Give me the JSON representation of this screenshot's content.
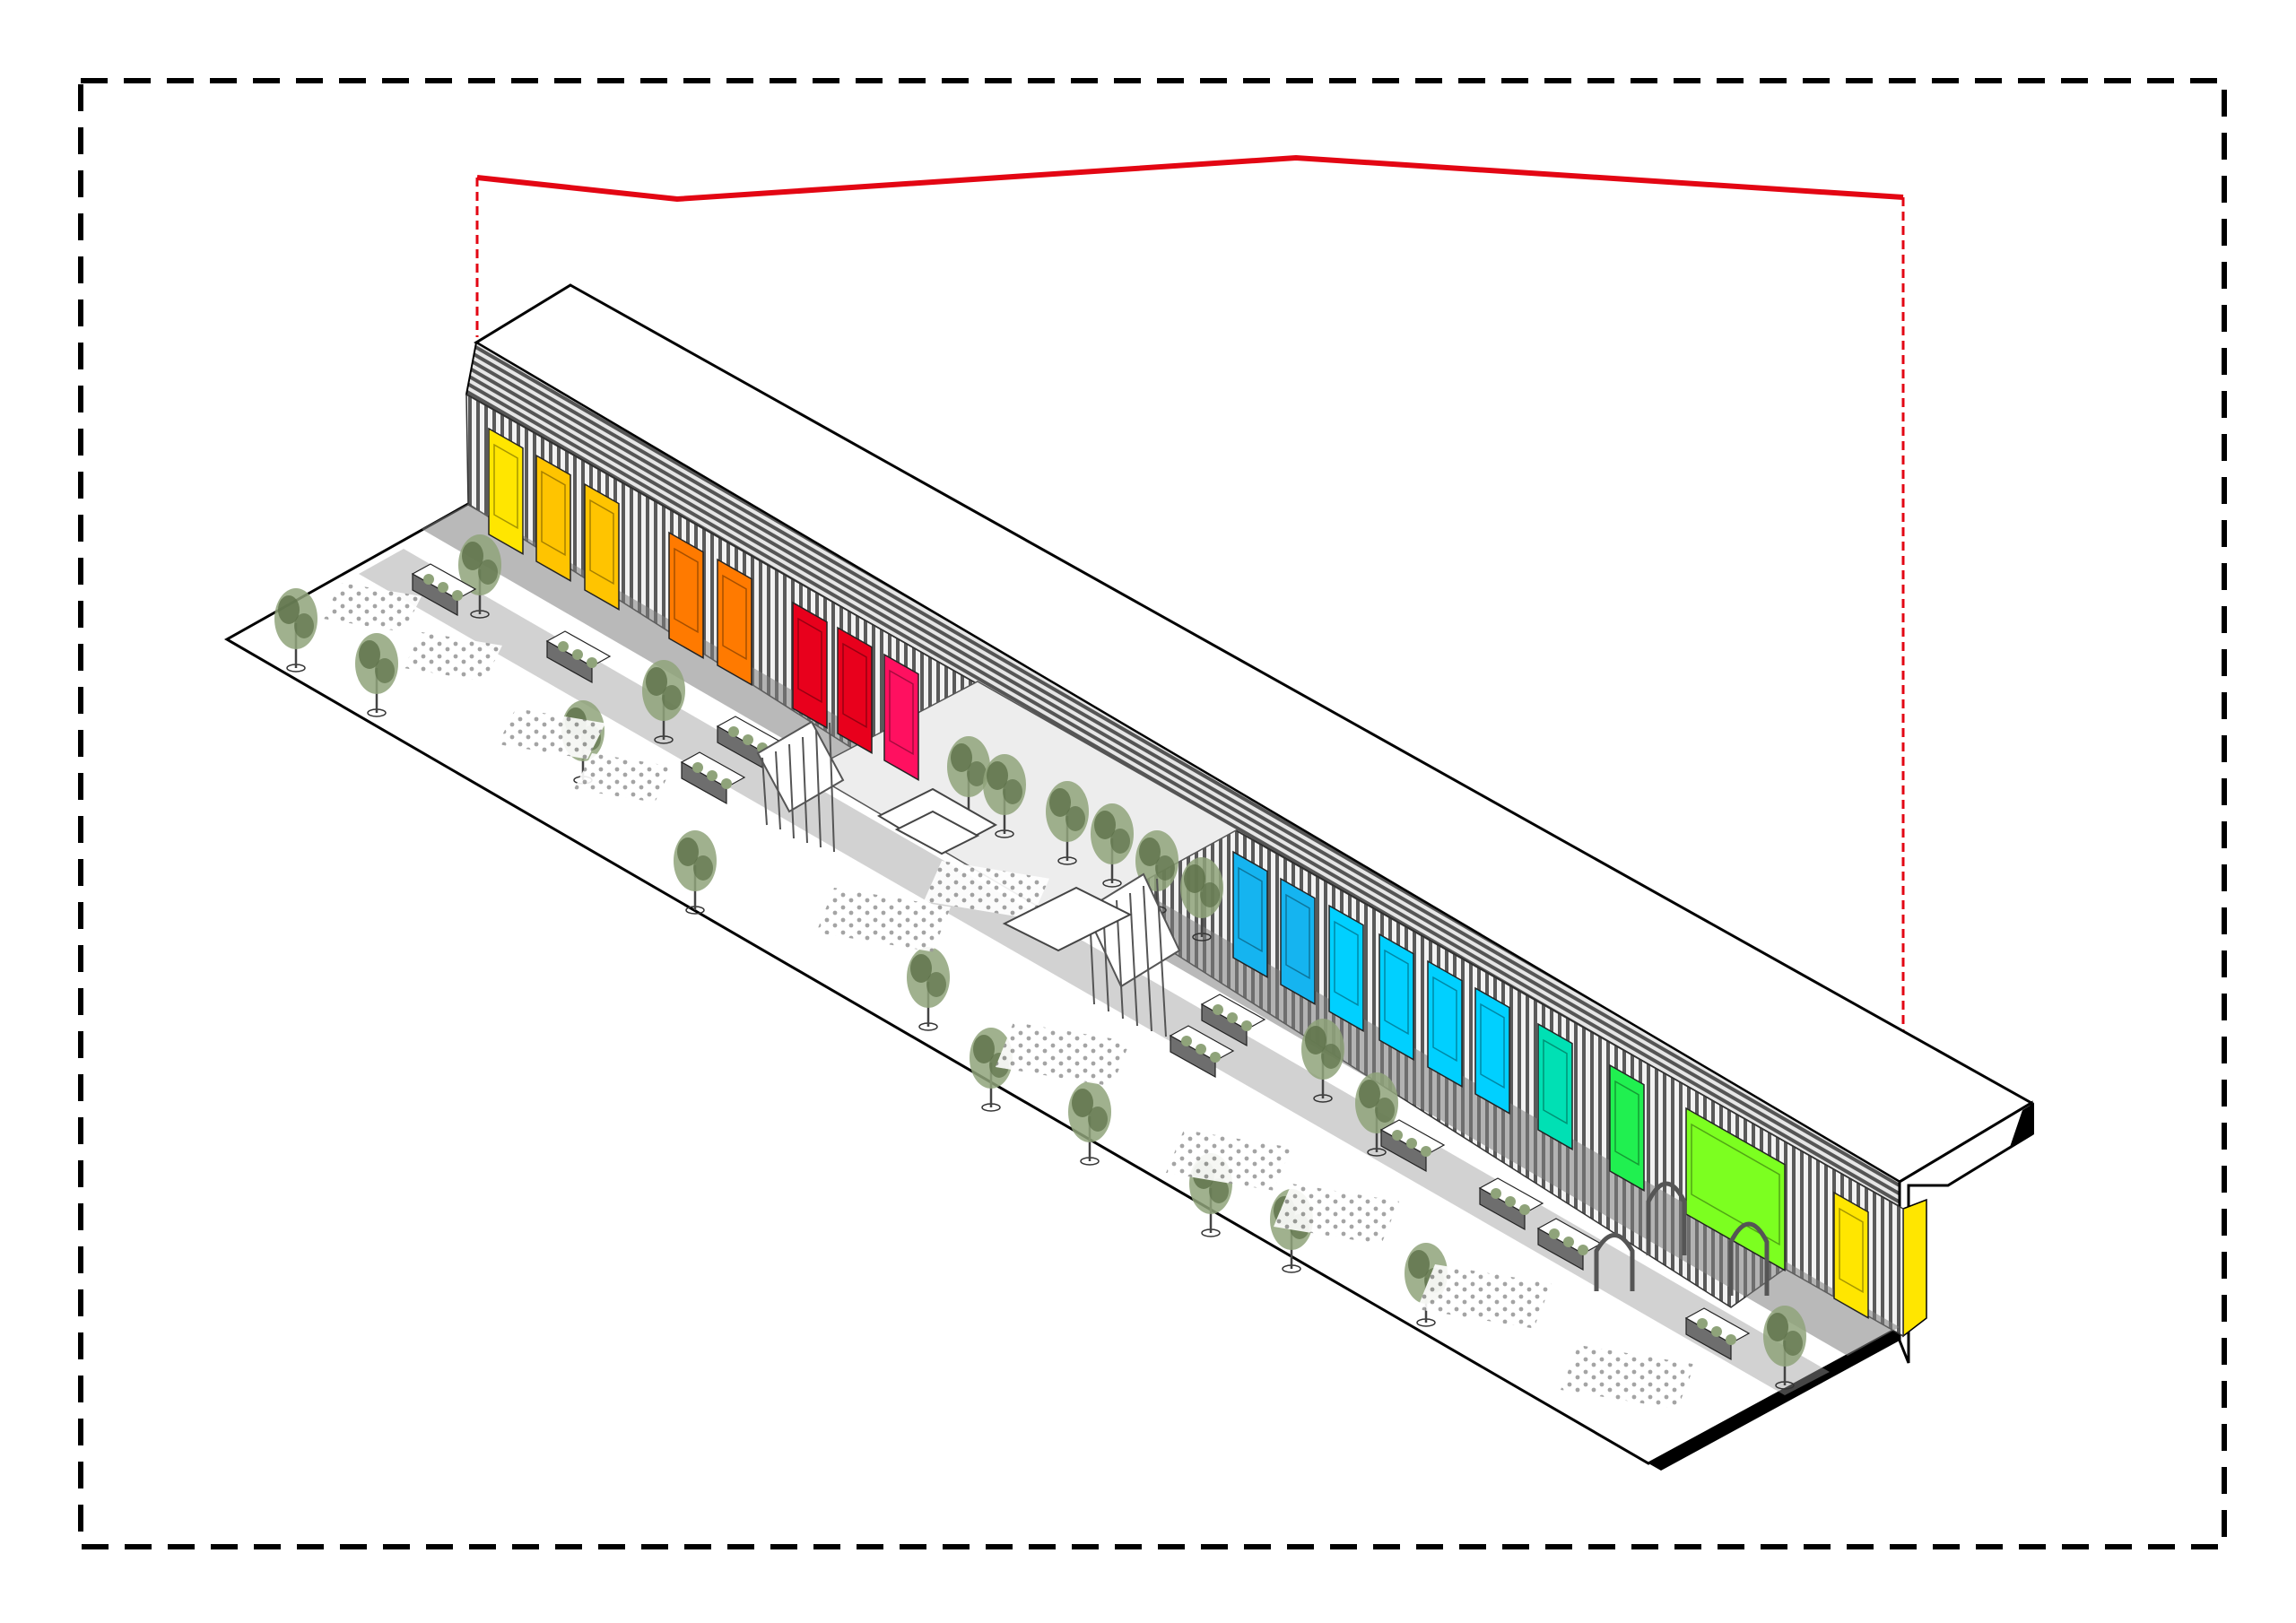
{
  "colors": {
    "frame": "#000000",
    "section_line": "#e30613",
    "facade": "#6e6e6e",
    "facade_dark": "#4a4a4a",
    "ground": "#ffffff",
    "path": "#8a8a8a",
    "tree": "#8fa37a",
    "tree_dark": "#5d7048",
    "panel_yellow": "#ffe600",
    "panel_amber": "#ffc400",
    "panel_orange": "#ff7a00",
    "panel_red": "#e8001c",
    "panel_crimson": "#ff1060",
    "panel_sky": "#15b4f0",
    "panel_cyan": "#00d0ff",
    "panel_teal": "#00e0b4",
    "panel_green": "#20f050",
    "panel_lime": "#7cff20"
  },
  "icons": {
    "tree": "tree-icon",
    "pavilion": "pavilion-icon",
    "arch": "arch-icon",
    "planter": "planter-icon"
  },
  "panels": [
    {
      "name": "panel-yellow-1",
      "color": "panel_yellow"
    },
    {
      "name": "panel-yellow-2",
      "color": "panel_amber"
    },
    {
      "name": "panel-yellow-3",
      "color": "panel_amber"
    },
    {
      "name": "panel-orange-1",
      "color": "panel_orange"
    },
    {
      "name": "panel-orange-2",
      "color": "panel_orange"
    },
    {
      "name": "panel-red-1",
      "color": "panel_red"
    },
    {
      "name": "panel-red-2",
      "color": "panel_red"
    },
    {
      "name": "panel-crimson-1",
      "color": "panel_crimson"
    },
    {
      "name": "panel-sky-1",
      "color": "panel_sky"
    },
    {
      "name": "panel-sky-2",
      "color": "panel_sky"
    },
    {
      "name": "panel-cyan-1",
      "color": "panel_cyan"
    },
    {
      "name": "panel-cyan-2",
      "color": "panel_cyan"
    },
    {
      "name": "panel-cyan-3",
      "color": "panel_cyan"
    },
    {
      "name": "panel-cyan-4",
      "color": "panel_cyan"
    },
    {
      "name": "panel-teal-1",
      "color": "panel_teal"
    },
    {
      "name": "panel-green-1",
      "color": "panel_green"
    },
    {
      "name": "panel-lime-1",
      "color": "panel_lime"
    },
    {
      "name": "panel-yellow-end",
      "color": "panel_yellow"
    }
  ]
}
